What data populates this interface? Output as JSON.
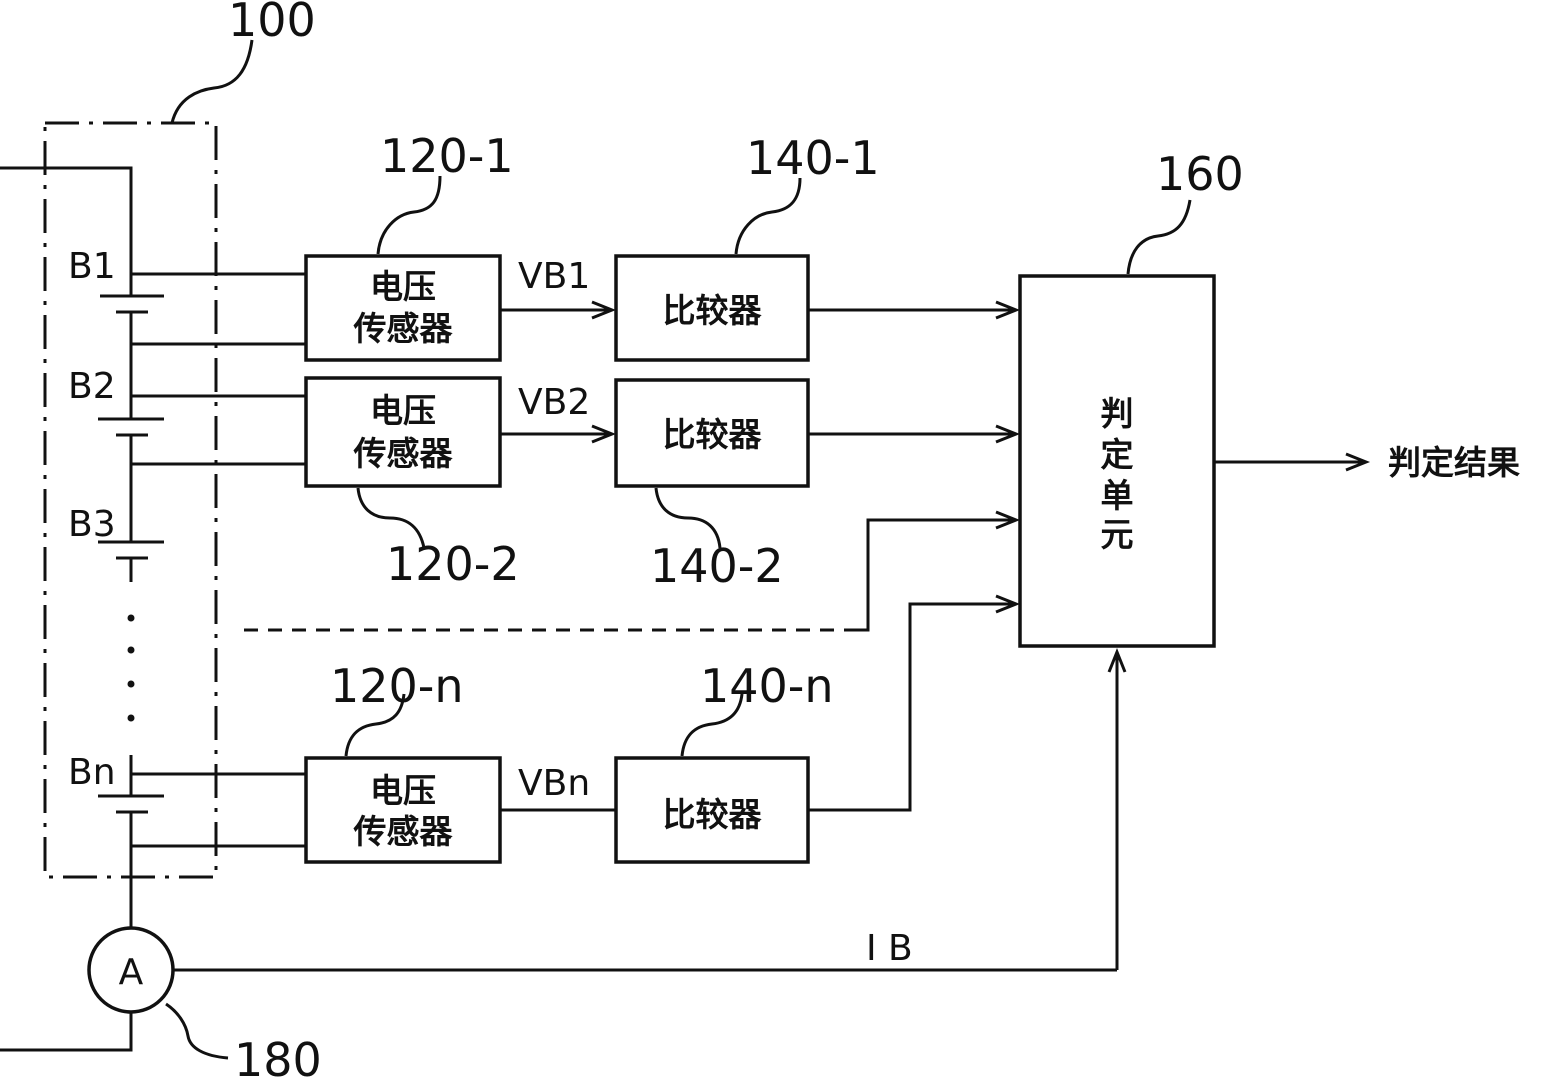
{
  "references": {
    "pack": "100",
    "sensor1": "120-1",
    "sensor2": "120-2",
    "sensorn": "120-n",
    "comp1": "140-1",
    "comp2": "140-2",
    "compn": "140-n",
    "judge": "160",
    "ammeter": "180"
  },
  "batteries": {
    "b1": "B1",
    "b2": "B2",
    "b3": "B3",
    "bn": "Bn"
  },
  "signals": {
    "vb1": "VB1",
    "vb2": "VB2",
    "vbn": "VBn",
    "ib": "I B"
  },
  "blocks": {
    "sensor_line1": "电压",
    "sensor_line2": "传感器",
    "comparator": "比较器",
    "judge_chars": [
      "判",
      "定",
      "单",
      "元"
    ],
    "ammeter_symbol": "A"
  },
  "output": {
    "result": "判定结果"
  }
}
